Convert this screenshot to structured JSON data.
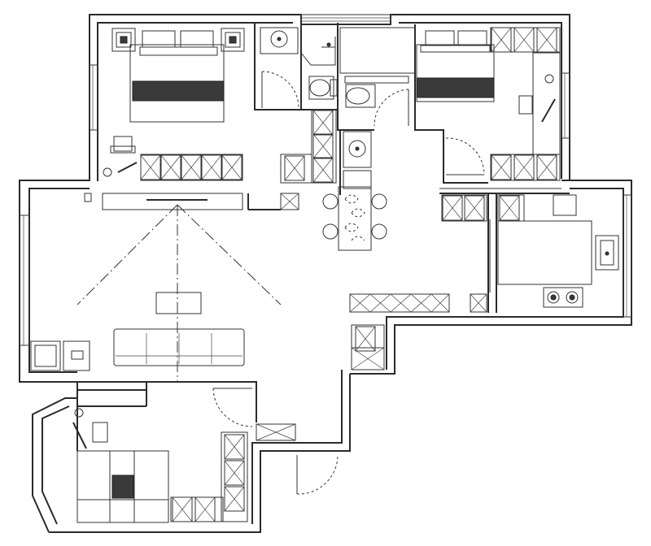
{
  "plan": {
    "type": "residential floor plan",
    "colors": {
      "line": "#2b2b2b",
      "background": "#ffffff",
      "fill_dark": "#3a3a3a"
    },
    "rooms": [
      {
        "id": "master-bedroom"
      },
      {
        "id": "second-bedroom"
      },
      {
        "id": "bathroom"
      },
      {
        "id": "dining-area"
      },
      {
        "id": "living-room"
      },
      {
        "id": "kitchen"
      },
      {
        "id": "study"
      },
      {
        "id": "entrance"
      }
    ],
    "icons": [
      "bed-icon",
      "desk-chair-icon",
      "sink-icon",
      "toilet-icon",
      "shower-icon",
      "stove-icon",
      "sofa-icon",
      "dining-table-icon",
      "wardrobe-icon",
      "door-swing-icon",
      "window-icon",
      "washing-machine-icon",
      "planter-icon"
    ]
  }
}
